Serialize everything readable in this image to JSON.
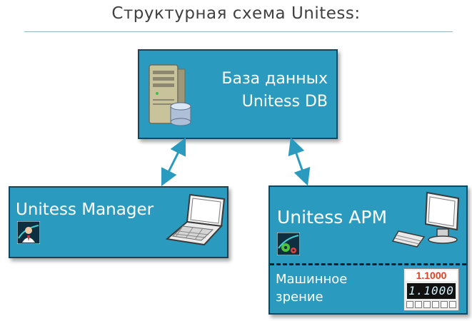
{
  "title": "Структурная схема Unitess:",
  "database": {
    "line1": "База данных",
    "line2": "Unitess DB",
    "icon": "server-database-icon"
  },
  "manager": {
    "label": "Unitess Manager",
    "icon": "laptop-icon",
    "app_icon": "manager-app-icon"
  },
  "arm": {
    "label": "Unitess АРМ",
    "icon": "desktop-computer-icon",
    "app_icon": "arm-app-icon",
    "vision_line1": "Машинное",
    "vision_line2": "зрение",
    "meter_top": "1.1000",
    "meter_display": "1.1000"
  },
  "colors": {
    "box_fill": "#2a9bbf",
    "box_border": "#14455f",
    "connector": "#2a9bbf"
  }
}
